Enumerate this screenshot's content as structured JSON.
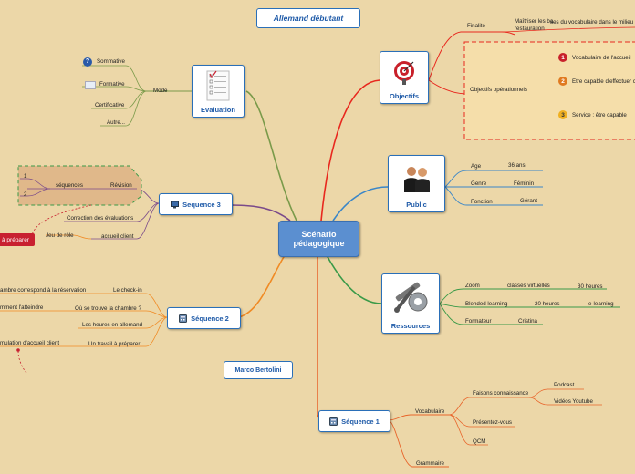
{
  "title": "Allemand débutant",
  "author": "Marco Bertolini",
  "center": {
    "line1": "Scénario",
    "line2": "pédagogique"
  },
  "objectifs": {
    "label": "Objectifs",
    "finalite": "Finalité",
    "finalite_text_1": "Maîtriser les ba",
    "finalite_text_2": "restauration",
    "finalite_text_3": "ses du vocabulaire dans le milieu",
    "operationnels": "Objectifs opérationnels",
    "items": [
      {
        "num": "1",
        "text": "Vocabulaire de l'accueil"
      },
      {
        "num": "2",
        "text": "Etre capable d'effectuer c"
      },
      {
        "num": "3",
        "text": "Service : être capable"
      }
    ]
  },
  "public": {
    "label": "Public",
    "rows": [
      {
        "k": "Age",
        "v": "36 ans"
      },
      {
        "k": "Genre",
        "v": "Féminin"
      },
      {
        "k": "Fonction",
        "v": "Gérant"
      }
    ]
  },
  "ressources": {
    "label": "Ressources",
    "zoom": "Zoom",
    "classes": "classes virtuelles",
    "h30": "30 heures",
    "blended": "Blended learning",
    "h20": "20 heures",
    "elearning": "e-learning",
    "formateur": "Formateur",
    "cristina": "Cristina"
  },
  "sequence1": {
    "label": "Séquence 1",
    "vocabulaire": "Vocabulaire",
    "faisons": "Faisons connaissance",
    "podcast": "Podcast",
    "videos": "Vidéos Youtube",
    "presentez": "Présentez-vous",
    "qcm": "QCM",
    "grammaire": "Grammaire"
  },
  "sequence2": {
    "label": "Séquence 2",
    "checkin": "Le check-in",
    "chambre": "ambre correspond à la réservation",
    "ou": "Où se trouve la chambre ?",
    "comment": "mment l'atteindre",
    "heures": "Les heures en allemand",
    "travail": "Un travail à préparer",
    "simulation": "mulation d'accueil client"
  },
  "sequence3": {
    "label": "Sequence 3",
    "sequences": "séquences",
    "revision": "Révision",
    "n1": "1",
    "n2": "2",
    "correction": "Correction des évaluations",
    "accueil": "accueil client",
    "jeu": "Jeu de rôle",
    "prep": "à préparer"
  },
  "evaluation": {
    "label": "Evaluation",
    "mode": "Mode",
    "items": [
      "Sommative",
      "Formative",
      "Certificative",
      "Autre..."
    ]
  },
  "colors": {
    "background": "#ecd7a8",
    "objectifs": "#e8281e",
    "public": "#3a86c8",
    "ressources": "#3a9a48",
    "sequence1": "#e8642a",
    "sequence2": "#f08a24",
    "sequence3": "#7a4a8a",
    "evaluation": "#7a9a4a"
  }
}
